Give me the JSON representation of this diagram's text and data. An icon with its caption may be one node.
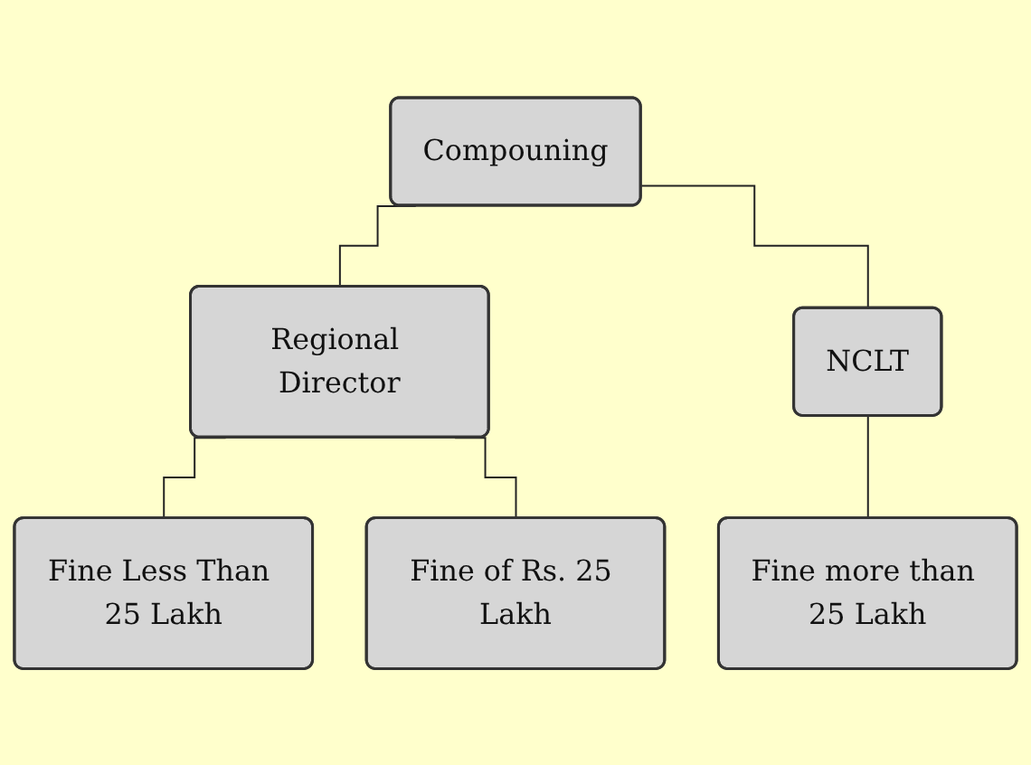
{
  "diagram": {
    "nodes": [
      {
        "text": [
          "Compouning"
        ]
      },
      {
        "text": [
          "Regional Director"
        ]
      },
      {
        "text": [
          "NCLT"
        ]
      },
      {
        "text": [
          "Fine Less Than 25 Lakh"
        ]
      },
      {
        "text": [
          "Fine of Rs. 25 Lakh"
        ]
      },
      {
        "text": [
          "Fine more than 25 Lakh"
        ]
      }
    ],
    "edges": [
      {
        "from": 0,
        "to": 1,
        "arrow": "none"
      },
      {
        "from": 0,
        "to": 2,
        "arrow": "none"
      },
      {
        "from": 1,
        "to": 3,
        "arrow": "none"
      },
      {
        "from": 1,
        "to": 4,
        "arrow": "none"
      },
      {
        "from": 2,
        "to": 5,
        "arrow": "none"
      }
    ]
  }
}
